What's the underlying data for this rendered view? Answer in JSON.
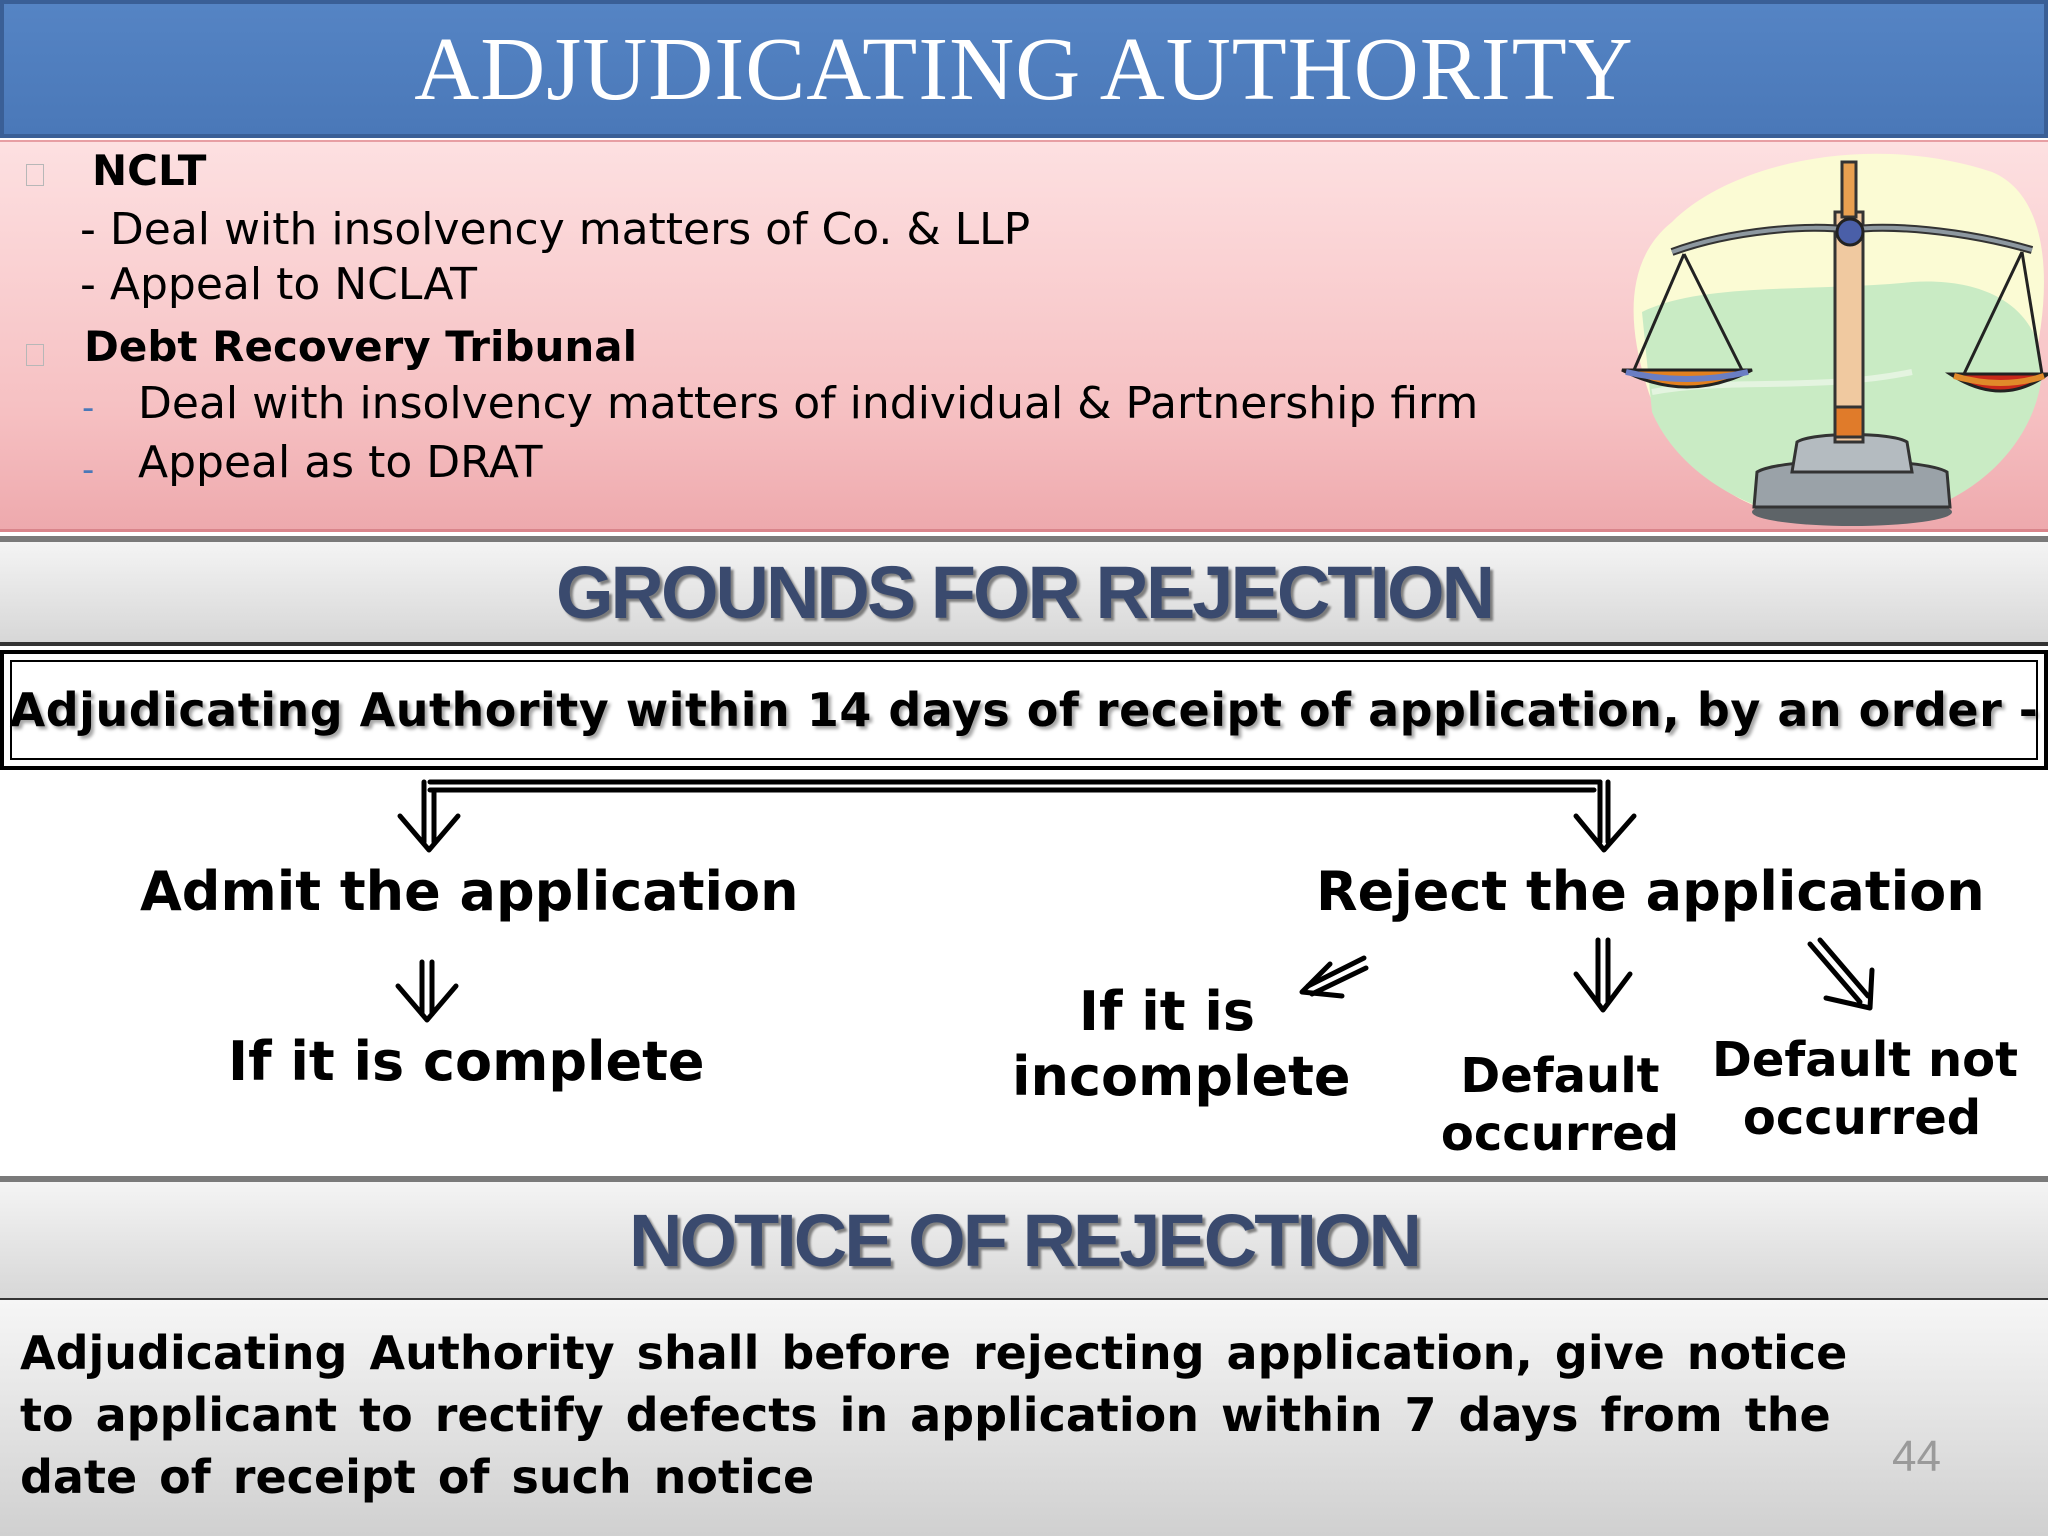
{
  "title": "ADJUDICATING AUTHORITY",
  "info": {
    "items": [
      {
        "heading": "NCLT",
        "lines": [
          "- Deal with insolvency matters of Co. & LLP",
          "- Appeal to NCLAT"
        ]
      },
      {
        "heading": "Debt Recovery Tribunal",
        "dash": "-",
        "lines": [
          "Deal with insolvency matters of individual & Partnership firm",
          "Appeal as to DRAT"
        ]
      }
    ],
    "image": "scales-of-justice-clipart"
  },
  "grounds": {
    "heading": "GROUNDS FOR REJECTION",
    "order_text": "Adjudicating Authority within 14 days of receipt of application, by an order -",
    "admit": "Admit the application",
    "reject": "Reject the application",
    "if_complete": "If it is complete",
    "if_incomplete_1": "If it is",
    "if_incomplete_2": "incomplete",
    "default_occurred_1": "Default",
    "default_occurred_2": "occurred",
    "default_not_occurred_1": "Default not",
    "default_not_occurred_2": "occurred"
  },
  "notice": {
    "heading": "NOTICE OF REJECTION",
    "text": "Adjudicating Authority shall before rejecting application, give notice to applicant to rectify defects in application within 7 days from the date of receipt of such notice"
  },
  "page_number": "44",
  "colors": {
    "title_bar": "#4a78b8",
    "info_panel": "#f6c0c2",
    "section_title": "#3a4a6e"
  }
}
